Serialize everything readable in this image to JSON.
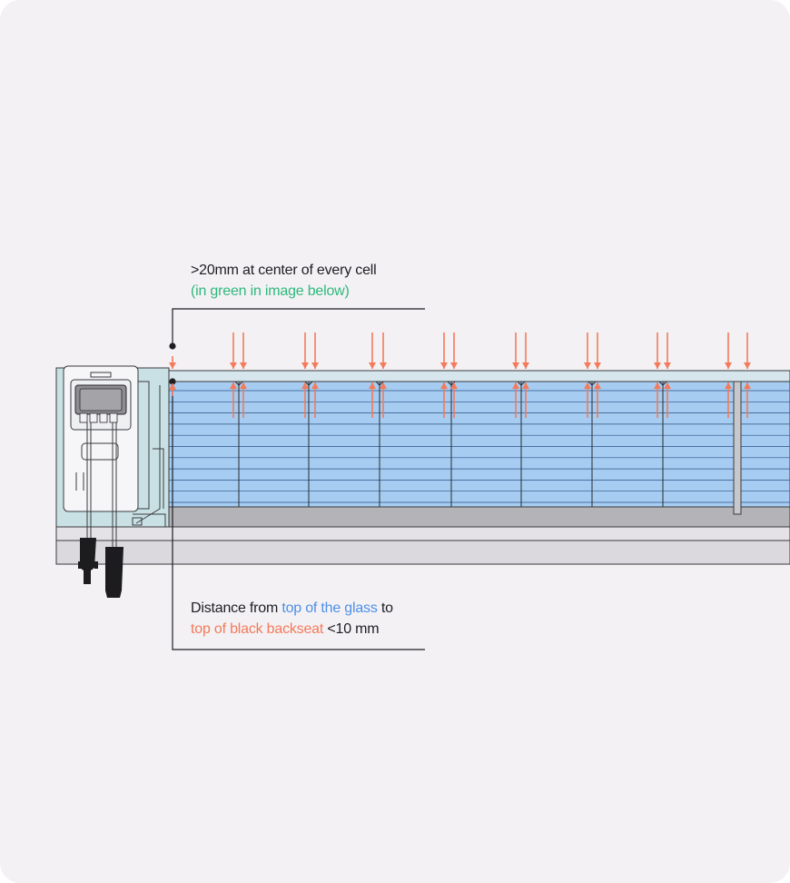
{
  "annotation_top": {
    "line1": ">20mm at center of every cell",
    "line2": "(in green in image below)"
  },
  "annotation_bottom": {
    "prefix": "Distance from ",
    "glass_phrase": "top of the glass",
    "middle": " to",
    "backseat_phrase": "top of black backseat",
    "suffix": " <10 mm"
  },
  "colors": {
    "background": "#f3f1f4",
    "glass": "#a6cdf1",
    "cell_lines": "#1f3b66",
    "arrows": "#f47a5a",
    "green_text": "#2fb87c",
    "blue_text": "#4e8fe6",
    "orange_text": "#f47a5a",
    "frame": "#b0b0b4",
    "junction_box_fill": "#c9e1e4",
    "connector": "#1c1c1e"
  },
  "icons": {
    "arrow_down": "arrow-down-icon",
    "arrow_up": "arrow-up-icon",
    "connector": "mc4-connector-icon"
  }
}
